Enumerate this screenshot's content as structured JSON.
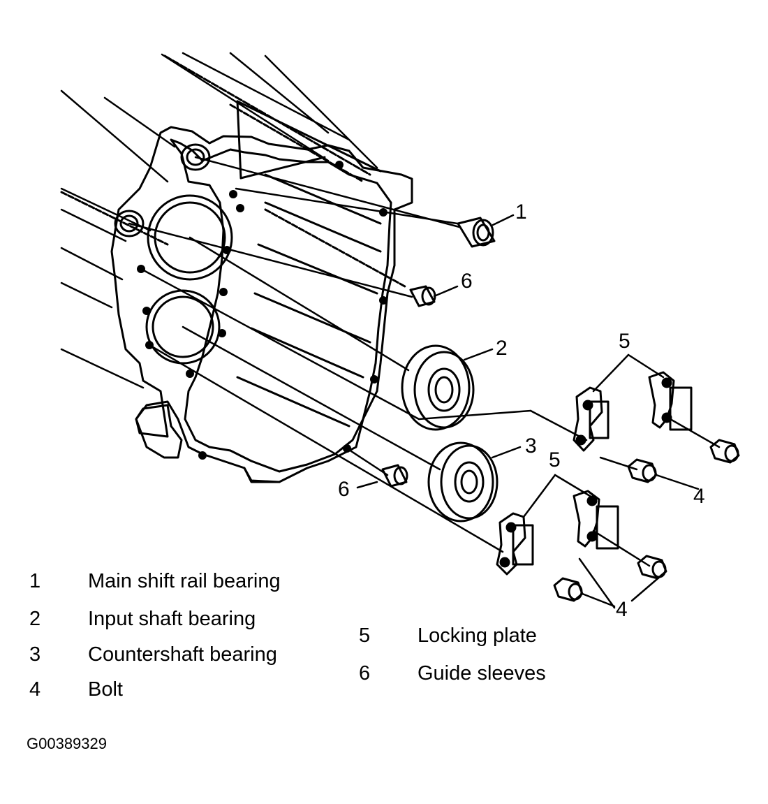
{
  "callouts": [
    "1",
    "2",
    "3",
    "4",
    "4",
    "5",
    "5",
    "6",
    "6"
  ],
  "legend": {
    "left": [
      {
        "num": "1",
        "desc": "Main shift rail bearing"
      },
      {
        "num": "2",
        "desc": "Input shaft bearing"
      },
      {
        "num": "3",
        "desc": "Countershaft bearing"
      },
      {
        "num": "4",
        "desc": "Bolt"
      }
    ],
    "right": [
      {
        "num": "5",
        "desc": "Locking plate"
      },
      {
        "num": "6",
        "desc": "Guide sleeves"
      }
    ]
  },
  "figure_id": "G00389329"
}
